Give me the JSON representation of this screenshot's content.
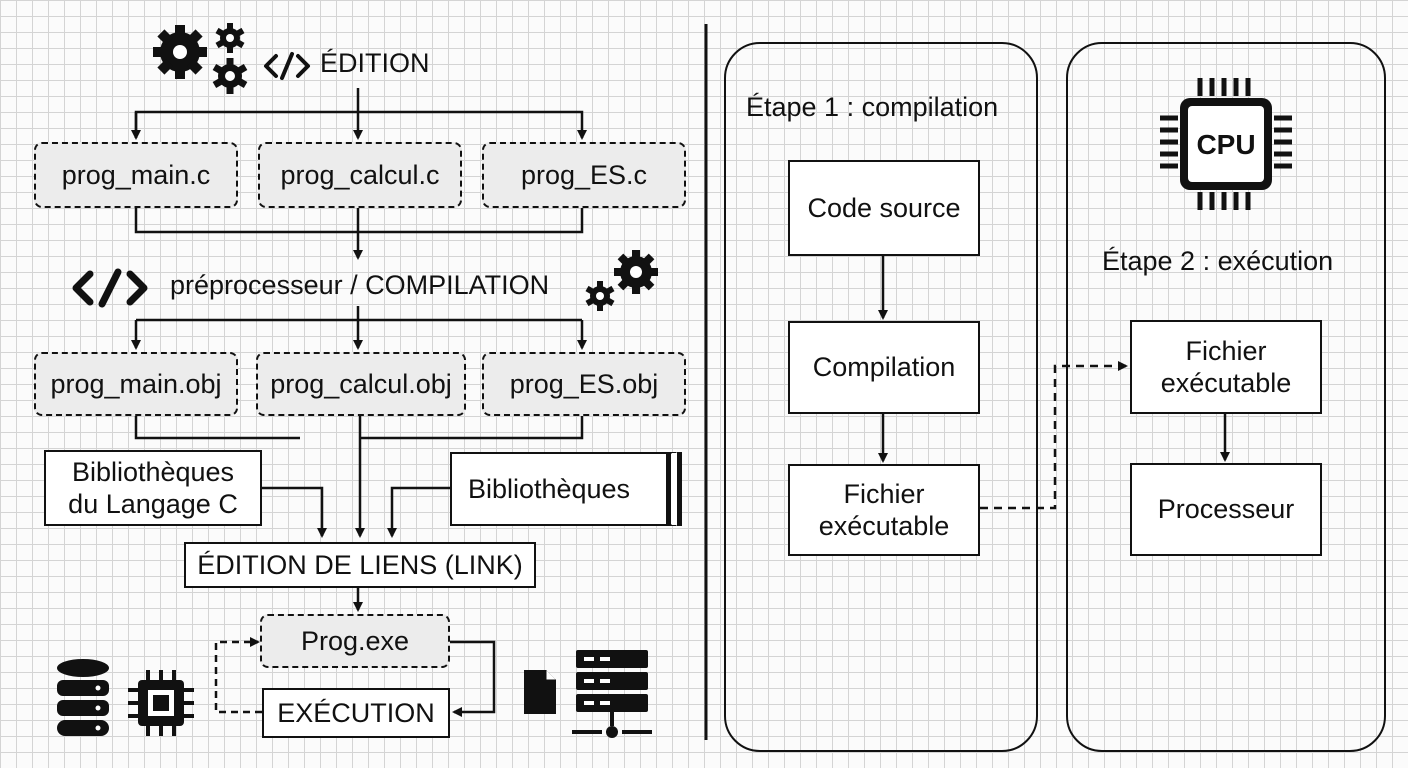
{
  "left": {
    "edition": "ÉDITION",
    "sources": [
      "prog_main.c",
      "prog_calcul.c",
      "prog_ES.c"
    ],
    "compilation": "préprocesseur / COMPILATION",
    "objects": [
      "prog_main.obj",
      "prog_calcul.obj",
      "prog_ES.obj"
    ],
    "lib_c": "Bibliothèques\ndu Langage C",
    "lib": "Bibliothèques",
    "link": "ÉDITION DE LIENS (LINK)",
    "exe": "Prog.exe",
    "execution": "EXÉCUTION"
  },
  "stage1": {
    "title": "Étape 1 : compilation",
    "steps": [
      "Code source",
      "Compilation",
      "Fichier\nexécutable"
    ]
  },
  "stage2": {
    "cpu": "CPU",
    "title": "Étape 2 : exécution",
    "steps": [
      "Fichier\nexécutable",
      "Processeur"
    ]
  },
  "icons": [
    "gears-icon",
    "code-icon",
    "database-icon",
    "chip-icon",
    "file-icon",
    "server-icon",
    "cpu-icon"
  ]
}
